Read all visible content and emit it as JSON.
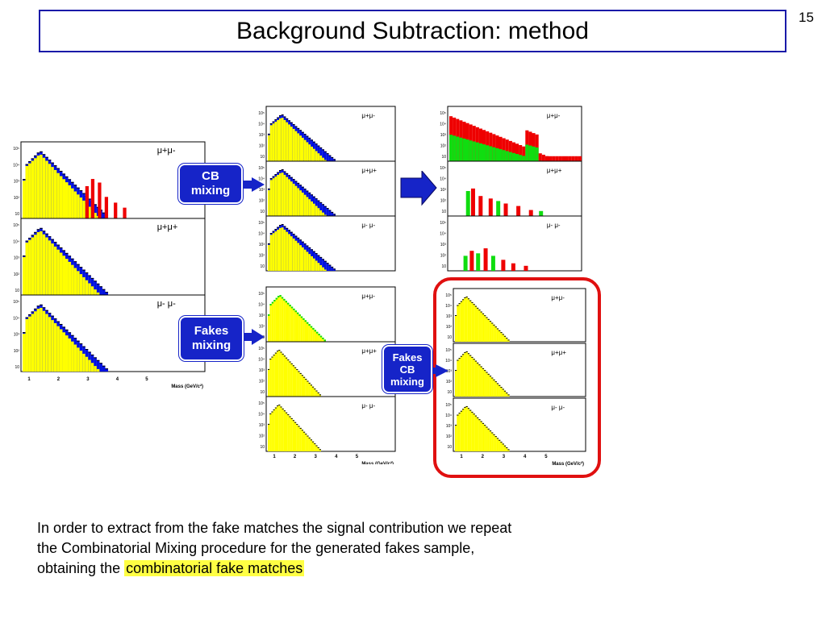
{
  "slide": {
    "title": "Background Subtraction: method",
    "number": "15"
  },
  "labels": {
    "cb_mixing": [
      "CB",
      "mixing"
    ],
    "fakes_mixing": [
      "Fakes",
      "mixing"
    ],
    "fakes_cb_mixing": [
      "Fakes",
      "CB",
      "mixing"
    ]
  },
  "panel_labels": {
    "pm": "μ+μ-",
    "pp": "μ+μ+",
    "mm": "μ- μ-"
  },
  "axis": {
    "xlabel": "Mass (GeV/c²)",
    "xticks": [
      "1",
      "2",
      "3",
      "4",
      "5"
    ],
    "yticks": [
      "10⁵",
      "10⁴",
      "10³",
      "10²",
      "10"
    ]
  },
  "colors": {
    "yellow": "#ffff00",
    "blue": "#0010e0",
    "red": "#ee0000",
    "green": "#10dd10",
    "arrow": "#1624c8",
    "highlight_frame": "#e01010"
  },
  "body": {
    "line1": "In order to extract from the fake matches the signal contribution we repeat",
    "line2": "the Combinatorial Mixing procedure for the generated fakes sample,",
    "line3_prefix": "obtaining the",
    "line3_highlight": "combinatorial fake matches"
  }
}
